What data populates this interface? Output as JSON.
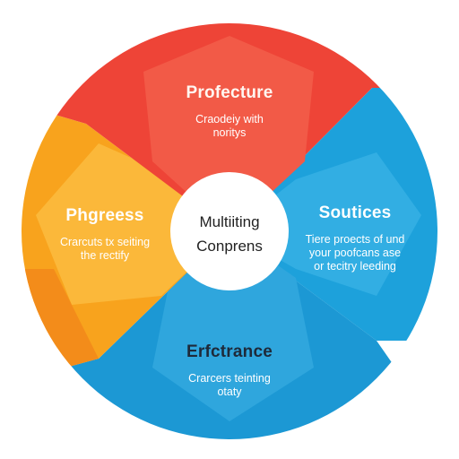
{
  "colors": {
    "top": "#EE4437",
    "top_light": "#F25A47",
    "left": "#F8A31D",
    "left_light": "#FBB83A",
    "left_dark": "#F38C1A",
    "right": "#1DA1DB",
    "right_light": "#32AEE3",
    "bottom": "#1C98D4",
    "bottom_light": "#2FA6DD",
    "center": "#FFFFFF",
    "title_top": "#FFF6F0",
    "title_left": "#FFFFFF",
    "title_right": "#FFFFFF",
    "title_bottom": "#1E2A3A",
    "body_text_light": "#FFFFFF",
    "body_text_dark": "#1E2A3A"
  },
  "center": {
    "line1": "Multiiting",
    "line2": "Conprens"
  },
  "segments": {
    "top": {
      "title": "Profecture",
      "desc_line1": "Craodeiy with",
      "desc_line2": "noritys"
    },
    "left": {
      "title": "Phgreess",
      "desc_line1": "Crarcuts tx seiting",
      "desc_line2": "the rectify"
    },
    "right": {
      "title": "Soutices",
      "desc_line1": "Tiere proects of und",
      "desc_line2": "your poofcans ase",
      "desc_line3": "or tecitry leeding"
    },
    "bottom": {
      "title": "Erfctrance",
      "desc_line1": "Crarcers teinting",
      "desc_line2": "otaty"
    }
  }
}
